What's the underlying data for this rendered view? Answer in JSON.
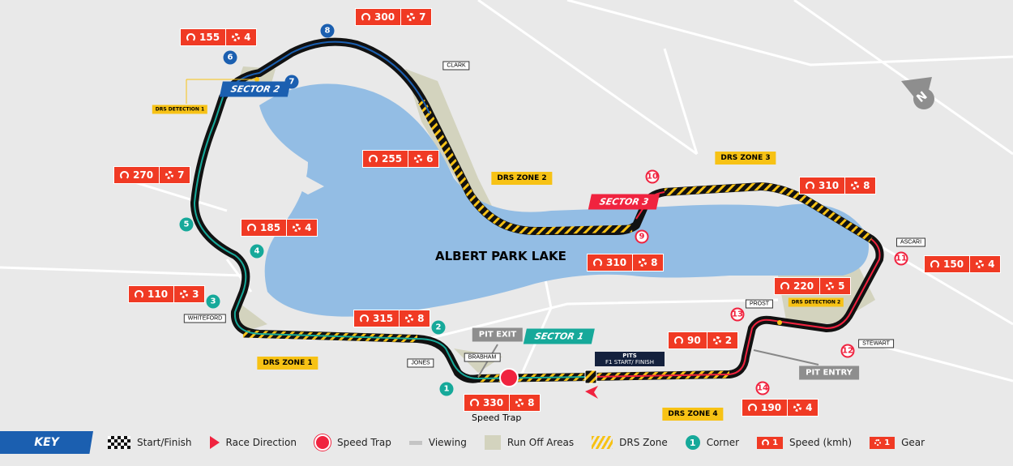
{
  "lake_label": "ALBERT PARK LAKE",
  "speed_trap_label": "Speed Trap",
  "speeds": [
    {
      "speed": "155",
      "gear": "4"
    },
    {
      "speed": "300",
      "gear": "7"
    },
    {
      "speed": "270",
      "gear": "7"
    },
    {
      "speed": "255",
      "gear": "6"
    },
    {
      "speed": "185",
      "gear": "4"
    },
    {
      "speed": "110",
      "gear": "3"
    },
    {
      "speed": "315",
      "gear": "8"
    },
    {
      "speed": "310",
      "gear": "8"
    },
    {
      "speed": "220",
      "gear": "5"
    },
    {
      "speed": "310",
      "gear": "8"
    },
    {
      "speed": "150",
      "gear": "4"
    },
    {
      "speed": "90",
      "gear": "2"
    },
    {
      "speed": "190",
      "gear": "4"
    },
    {
      "speed": "330",
      "gear": "8"
    }
  ],
  "corners": [
    {
      "n": "1",
      "sector_color": "#16a99a"
    },
    {
      "n": "2",
      "sector_color": "#16a99a"
    },
    {
      "n": "3",
      "sector_color": "#16a99a"
    },
    {
      "n": "4",
      "sector_color": "#16a99a"
    },
    {
      "n": "5",
      "sector_color": "#16a99a"
    },
    {
      "n": "6",
      "sector_color": "#1b5fb0"
    },
    {
      "n": "7",
      "sector_color": "#1b5fb0"
    },
    {
      "n": "8",
      "sector_color": "#1b5fb0"
    },
    {
      "n": "9",
      "sector_color": "#f0233f"
    },
    {
      "n": "10",
      "sector_color": "#f0233f"
    },
    {
      "n": "11",
      "sector_color": "#f0233f"
    },
    {
      "n": "12",
      "sector_color": "#f0233f"
    },
    {
      "n": "13",
      "sector_color": "#f0233f"
    },
    {
      "n": "14",
      "sector_color": "#f0233f"
    }
  ],
  "roads": [
    "CLARK",
    "ASCARI",
    "PROST",
    "STEWART",
    "WHITEFORD",
    "JONES",
    "BRABHAM"
  ],
  "drs_zones": [
    "DRS ZONE 1",
    "DRS ZONE 2",
    "DRS ZONE 3",
    "DRS ZONE 4"
  ],
  "drs_detection": [
    "DRS DETECTION 1",
    "DRS DETECTION 2"
  ],
  "sectors": [
    {
      "label": "SECTOR 1",
      "color": "#16a99a"
    },
    {
      "label": "SECTOR 2",
      "color": "#1b5fb0"
    },
    {
      "label": "SECTOR 3",
      "color": "#f0233f"
    }
  ],
  "pit_exit": "PIT EXIT",
  "pit_entry": "PIT ENTRY",
  "pits": {
    "title": "PITS",
    "subtitle": "F1 START/ FINISH"
  },
  "compass": "N",
  "colors": {
    "lake": "#93bde4",
    "runoff": "#d3d3be",
    "drs": "#f7c215",
    "speed_box": "#f03a24"
  },
  "key": {
    "title": "KEY",
    "items": [
      "Start/Finish",
      "Race Direction",
      "Speed Trap",
      "Viewing",
      "Run Off Areas",
      "DRS Zone",
      "Corner",
      "Speed (kmh)",
      "Gear"
    ],
    "corner_sample": "1",
    "speed_sample": "1",
    "gear_sample": "1"
  }
}
